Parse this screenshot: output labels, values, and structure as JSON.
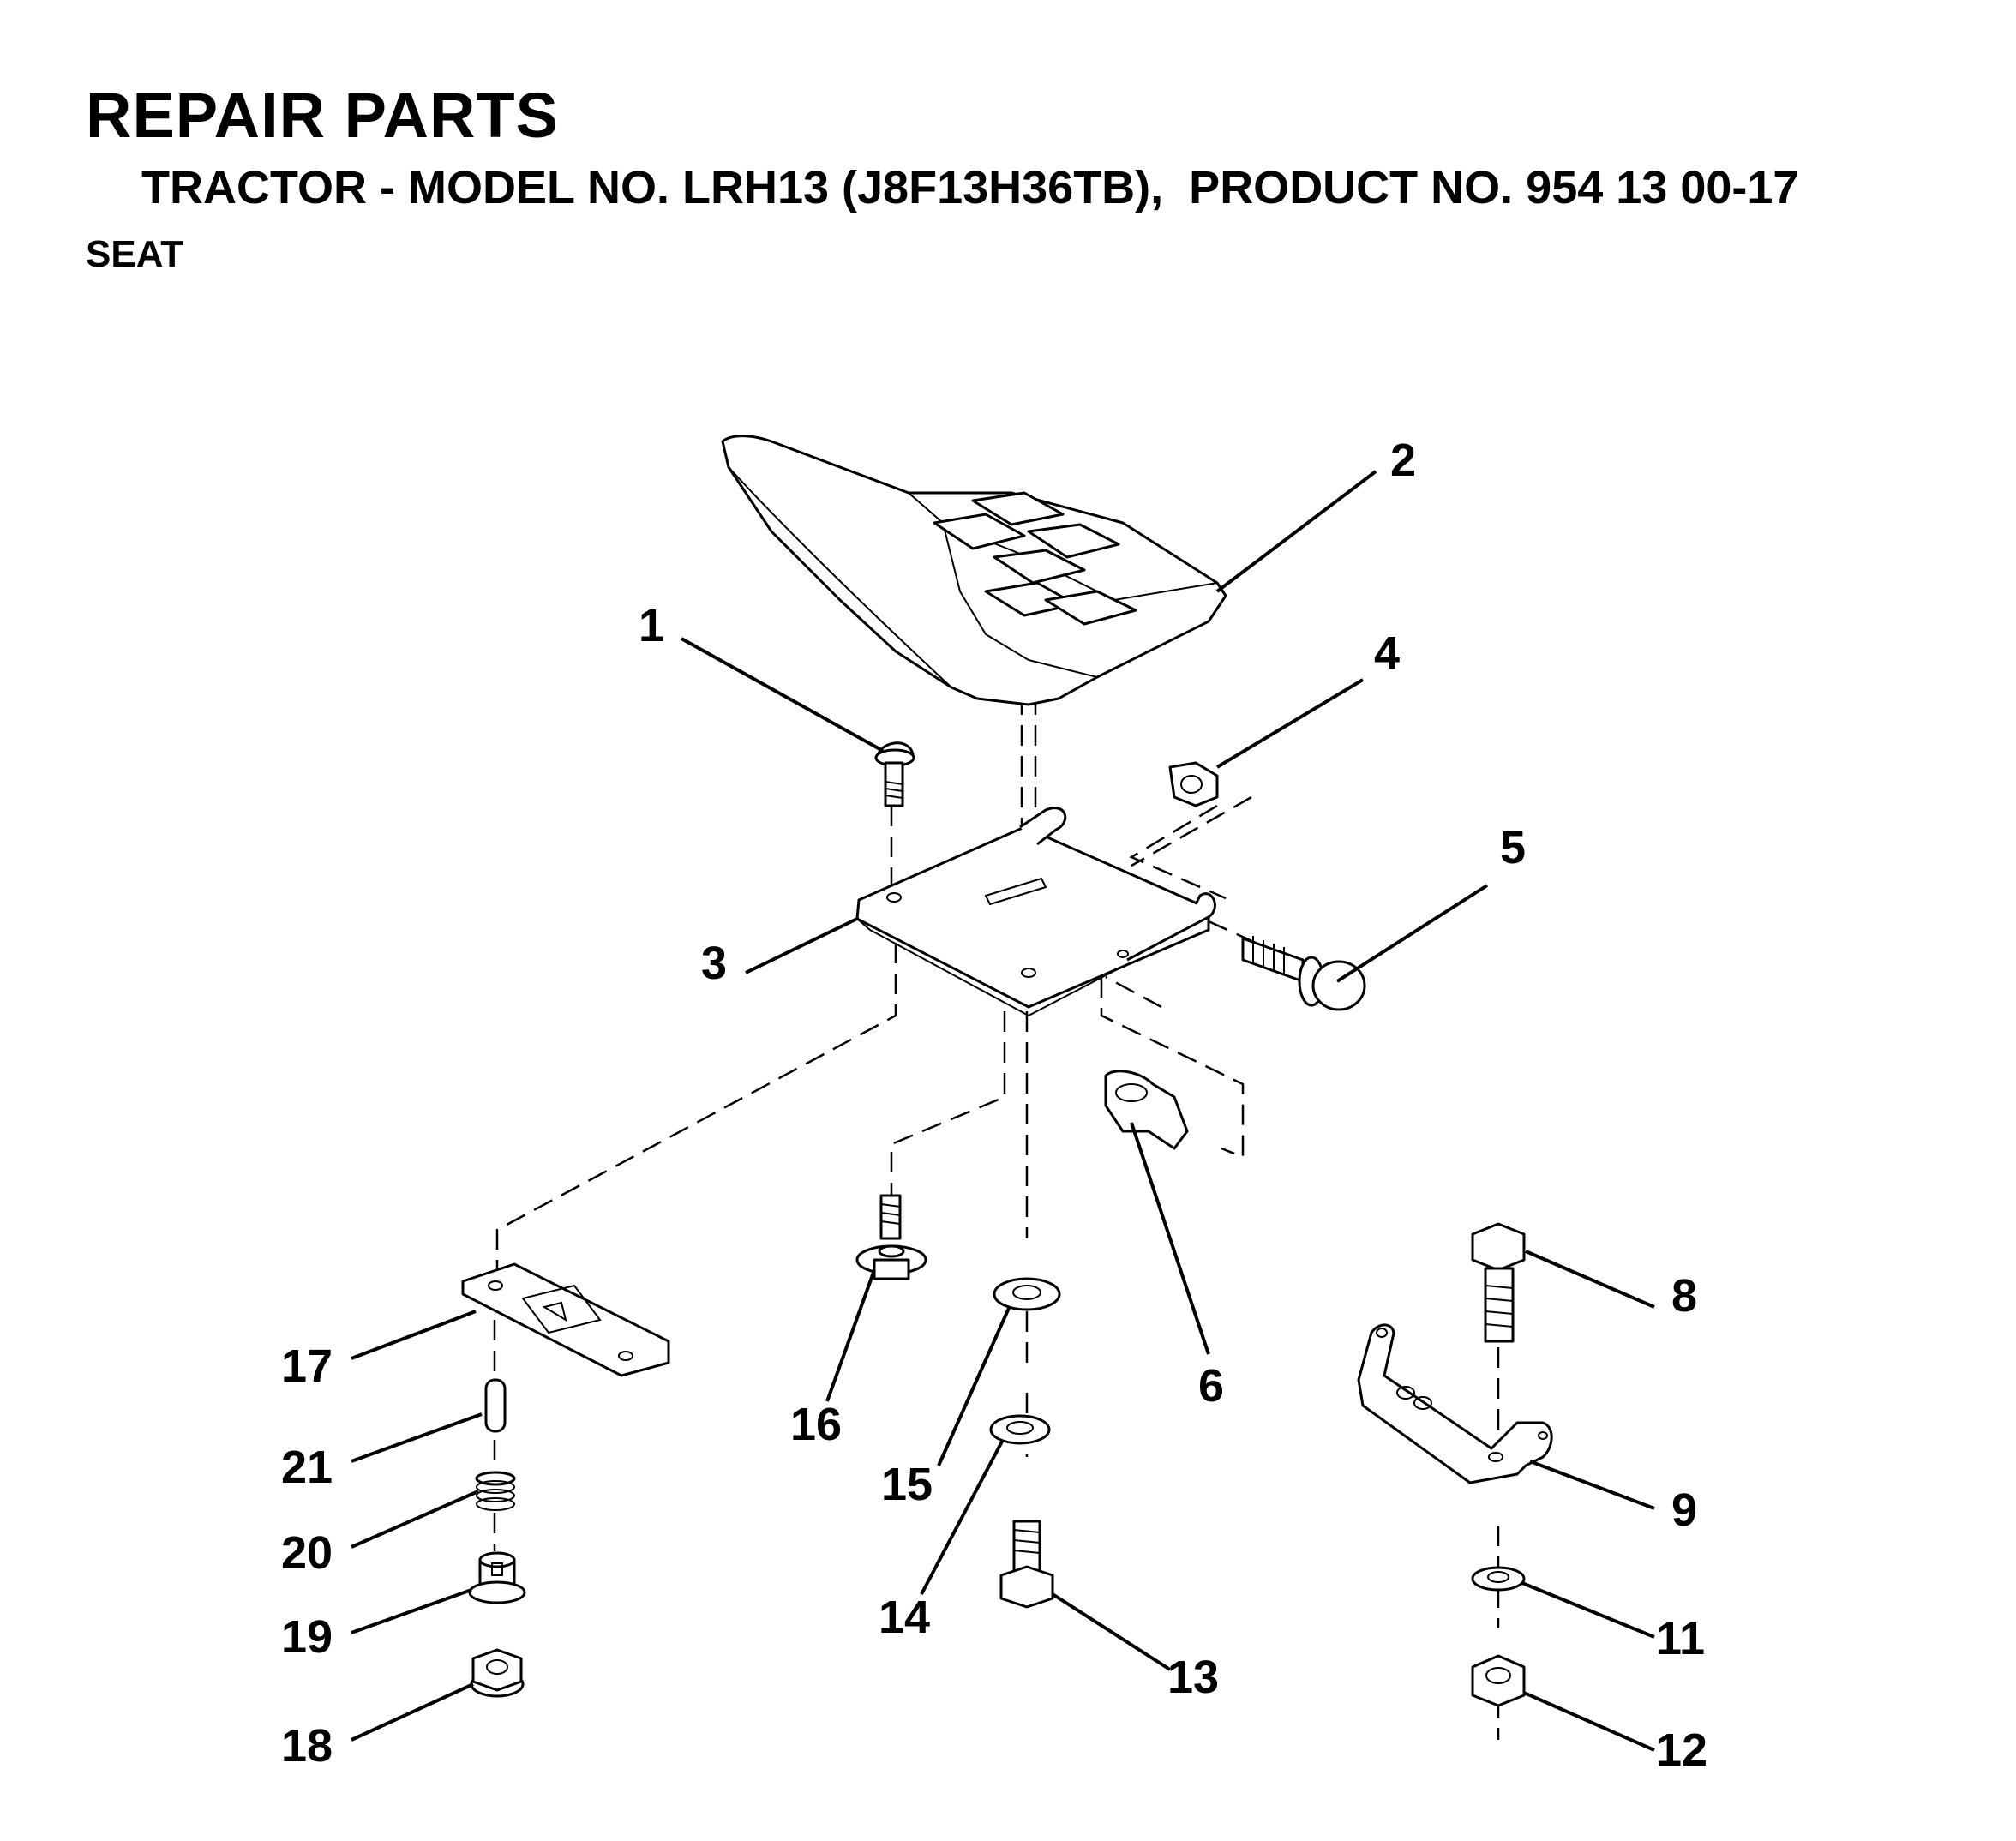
{
  "header": {
    "title": "REPAIR PARTS",
    "subtitle": "TRACTOR - MODEL NO. LRH13 (J8F13H36TB),  PRODUCT NO. 954 13 00-17",
    "section": "SEAT"
  },
  "callouts": [
    "1",
    "2",
    "3",
    "4",
    "5",
    "6",
    "8",
    "9",
    "11",
    "12",
    "13",
    "14",
    "15",
    "16",
    "17",
    "18",
    "19",
    "20",
    "21"
  ]
}
